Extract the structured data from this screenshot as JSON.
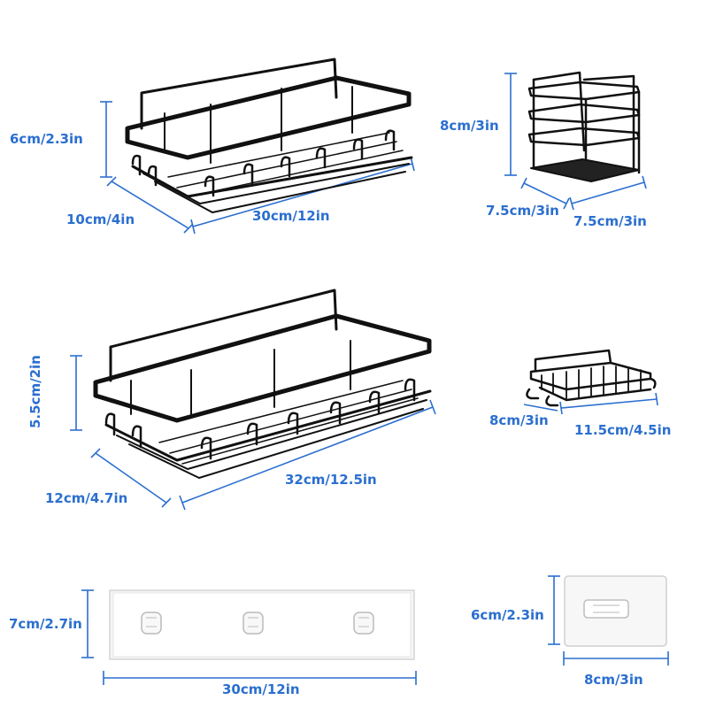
{
  "accent_color": "#2b6fcf",
  "product_color": "#111111",
  "products": {
    "large_basket": {
      "depth": "10cm/4in",
      "height": "6cm/2.3in",
      "width": "30cm/12in"
    },
    "square_caddy": {
      "height": "8cm/3in",
      "depth": "7.5cm/3in",
      "width": "7.5cm/3in"
    },
    "xl_basket": {
      "height": "5.5cm/2in",
      "depth": "12cm/4.7in",
      "width": "32cm/12.5in"
    },
    "soap_dish": {
      "depth": "8cm/3in",
      "width": "11.5cm/4.5in"
    },
    "long_adhesive_plate": {
      "height": "7cm/2.7in",
      "width": "30cm/12in"
    },
    "square_adhesive_plate": {
      "height": "6cm/2.3in",
      "width": "8cm/3in"
    }
  }
}
